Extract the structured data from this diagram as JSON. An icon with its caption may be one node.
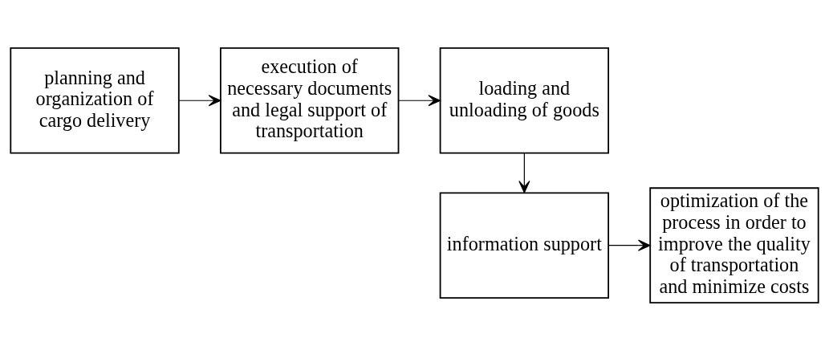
{
  "diagram": {
    "nodes": [
      {
        "text": [
          "planning and organization of cargo delivery"
        ]
      },
      {
        "text": [
          "execution of necessary documents and legal support of transportation"
        ]
      },
      {
        "text": [
          "loading and unloading of goods"
        ]
      },
      {
        "text": [
          "information support"
        ]
      },
      {
        "text": [
          "optimization of the process in order to improve the quality of transportation and minimize costs"
        ]
      }
    ],
    "edges": [
      {
        "from": 0,
        "to": 1,
        "arrow": "to"
      },
      {
        "from": 1,
        "to": 2,
        "arrow": "to"
      },
      {
        "from": 2,
        "to": 3,
        "arrow": "to"
      },
      {
        "from": 3,
        "to": 4,
        "arrow": "to"
      }
    ]
  }
}
